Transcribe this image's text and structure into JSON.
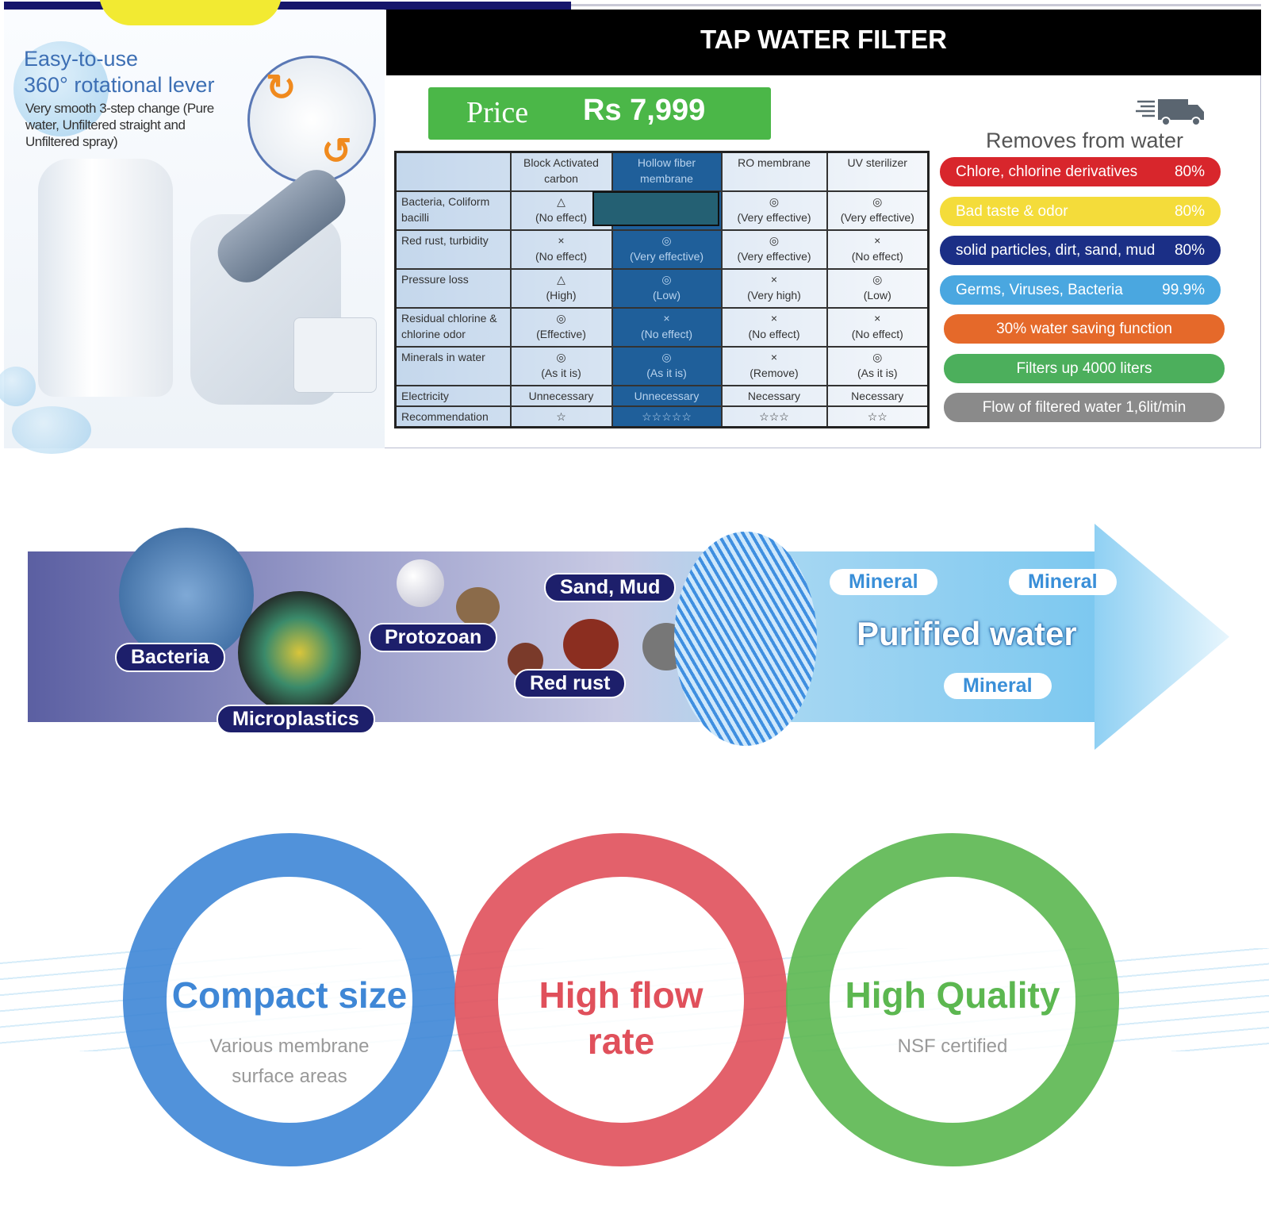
{
  "left": {
    "headline1": "Easy-to-use",
    "headline2": "360° rotational lever",
    "description": "Very smooth 3-step change (Pure water, Unfiltered straight and Unfiltered spray)"
  },
  "header": {
    "title": "TAP WATER FILTER"
  },
  "price": {
    "label": "Price",
    "value": "Rs 7,999"
  },
  "table": {
    "columns": [
      "",
      "Block Activated carbon",
      "Hollow fiber membrane",
      "RO membrane",
      "UV sterilizer"
    ],
    "rows": [
      {
        "label": "Bacteria, Coliform bacilli",
        "cells": [
          [
            "△",
            "(No effect)"
          ],
          [
            "",
            ""
          ],
          [
            "◎",
            "(Very effective)"
          ],
          [
            "◎",
            "(Very effective)"
          ]
        ]
      },
      {
        "label": "Red rust, turbidity",
        "cells": [
          [
            "×",
            "(No effect)"
          ],
          [
            "◎",
            "(Very effective)"
          ],
          [
            "◎",
            "(Very effective)"
          ],
          [
            "×",
            "(No effect)"
          ]
        ]
      },
      {
        "label": "Pressure loss",
        "cells": [
          [
            "△",
            "(High)"
          ],
          [
            "◎",
            "(Low)"
          ],
          [
            "×",
            "(Very high)"
          ],
          [
            "◎",
            "(Low)"
          ]
        ]
      },
      {
        "label": "Residual chlorine & chlorine odor",
        "cells": [
          [
            "◎",
            "(Effective)"
          ],
          [
            "×",
            "(No effect)"
          ],
          [
            "×",
            "(No effect)"
          ],
          [
            "×",
            "(No effect)"
          ]
        ]
      },
      {
        "label": "Minerals in water",
        "cells": [
          [
            "◎",
            "(As it is)"
          ],
          [
            "◎",
            "(As it is)"
          ],
          [
            "×",
            "(Remove)"
          ],
          [
            "◎",
            "(As it is)"
          ]
        ]
      },
      {
        "label": "Electricity",
        "cells": [
          [
            "Unnecessary"
          ],
          [
            "Unnecessary"
          ],
          [
            "Necessary"
          ],
          [
            "Necessary"
          ]
        ]
      },
      {
        "label": "Recommendation",
        "cells": [
          [
            "☆"
          ],
          [
            "☆☆☆☆☆"
          ],
          [
            "☆☆☆"
          ],
          [
            "☆☆"
          ]
        ]
      }
    ]
  },
  "removes": {
    "title": "Removes from water",
    "items": [
      {
        "label": "Chlore, chlorine derivatives",
        "value": "80%",
        "color": "#d8262c"
      },
      {
        "label": "Bad taste & odor",
        "value": "80%",
        "color": "#f4dc3a"
      },
      {
        "label": "solid particles, dirt, sand, mud",
        "value": "80%",
        "color": "#1b2f86"
      },
      {
        "label": "Germs, Viruses, Bacteria",
        "value": "99.9%",
        "color": "#4aa7e0"
      },
      {
        "label": "30% water saving function",
        "value": "",
        "color": "#e5692a"
      },
      {
        "label": "Filters up 4000 liters",
        "value": "",
        "color": "#4caf5c"
      },
      {
        "label": "Flow of filtered water 1,6lit/min",
        "value": "",
        "color": "#8a8a8a"
      }
    ]
  },
  "banner": {
    "labels": [
      "Bacteria",
      "Microplastics",
      "Protozoan",
      "Sand, Mud",
      "Red rust"
    ],
    "mineral": "Mineral",
    "purified": "Purified water"
  },
  "features": [
    {
      "title": "Compact size",
      "subtitle": "Various membrane surface areas",
      "color": "#3f87d6"
    },
    {
      "title": "High flow rate",
      "subtitle": "",
      "color": "#e0505b"
    },
    {
      "title": "High Quality",
      "subtitle": "NSF certified",
      "color": "#5cb750"
    }
  ]
}
